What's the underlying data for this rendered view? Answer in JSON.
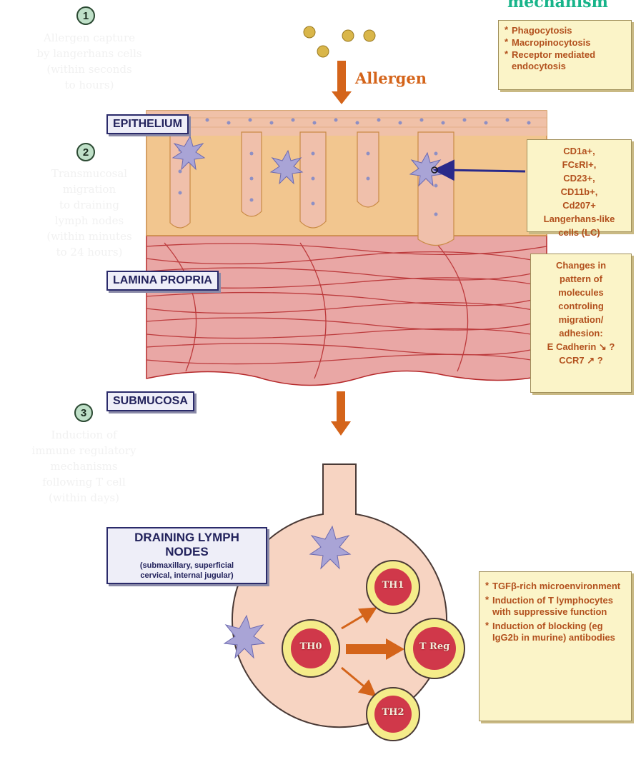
{
  "header": {
    "partial_title": "mechanism"
  },
  "steps": [
    {
      "number": "1",
      "lines": [
        "Allergen capture",
        "by langerhans cells",
        "(within seconds",
        "to hours)"
      ]
    },
    {
      "number": "2",
      "lines": [
        "Transmucosal",
        "migration",
        "to draining",
        "lymph nodes",
        "(within minutes",
        "to 24 hours)"
      ]
    },
    {
      "number": "3",
      "lines": [
        "Induction of",
        "immune regulatory",
        "mechanisms",
        "following T cell",
        "(within days)"
      ]
    }
  ],
  "allergen": {
    "label": "Allergen"
  },
  "layers": {
    "epithelium": "EPITHELIUM",
    "lamina_propria": "LAMINA PROPRIA",
    "submucosa": "SUBMUCOSA"
  },
  "lymph_nodes": {
    "title_line1": "DRAINING LYMPH",
    "title_line2": "NODES",
    "subtitle_line1": "(submaxillary, superficial",
    "subtitle_line2": "cervical, internal jugular)"
  },
  "mechanisms_box": {
    "items": [
      "Phagocytosis",
      "Macropinocytosis",
      "Receptor mediated endocytosis"
    ]
  },
  "markers_box": {
    "lines": [
      "CD1a+,",
      "FCεRI+,",
      "CD23+,",
      "CD11b+,",
      "Cd207+",
      "Langerhans-like",
      "cells (LC)"
    ]
  },
  "migration_box": {
    "lines": [
      "Changes in",
      "pattern of",
      "molecules",
      "controling",
      "migration/",
      "adhesion:",
      "E Cadherin ↘ ?",
      "CCR7 ↗ ?"
    ]
  },
  "tolerance_box": {
    "items": [
      "TGFβ-rich microenvironment",
      "Induction of T lymphocytes with suppressive function",
      "Induction of blocking (eg IgG2b in murine) antibodies"
    ]
  },
  "t_cells": {
    "th0": "TH0",
    "th1": "TH1",
    "th2": "TH2",
    "treg": "T Reg"
  },
  "colors": {
    "epithelium": "#f2c68f",
    "lamina_propria": "#e9a7a5",
    "fibers": "#b5282a",
    "arrow": "#d4641a",
    "label_border": "#2a2a6a",
    "info_text": "#b2501d",
    "info_bg": "#fbf4c8",
    "header_text": "#18b48a",
    "lymph_node": "#f7d4c2",
    "cell_ring": "#f5ec8a",
    "cell_core": "#d0384a"
  }
}
